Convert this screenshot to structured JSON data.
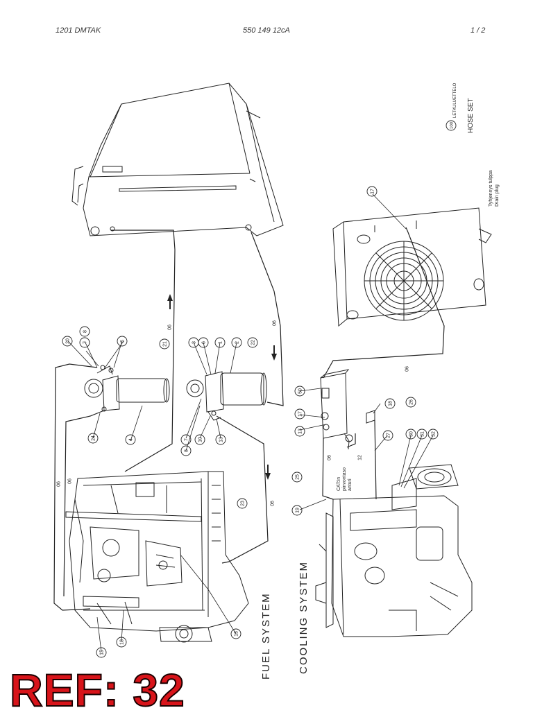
{
  "header": {
    "left": "1201 DMTAK",
    "center": "550 149 12cA",
    "right": "1 /  2"
  },
  "hose_set": {
    "callout": "100",
    "label1": "LETKULUETTELO",
    "label2": "HOSE SET"
  },
  "drain_plug": {
    "label1": "Tyhjennys tulppa",
    "label2": "Drain plug"
  },
  "sections": {
    "fuel": "FUEL   SYSTEM",
    "cooling": "COOLING   SYSTEM"
  },
  "cat_note": {
    "line1": "CAT:in",
    "line2": "pinvontaso",
    "line3": "anturi"
  },
  "sizes": {
    "s06": "06",
    "s12": "12"
  },
  "callouts": {
    "c1": "1",
    "c2": "2",
    "c3": "3",
    "c4": "4",
    "c5": "5",
    "c6": "6",
    "c7a": "7",
    "c7b": "7",
    "c8a": "8",
    "c8b": "8",
    "c10": "10",
    "c13a": "13",
    "c13b": "13",
    "c13c": "13",
    "c15": "15",
    "c17a": "17",
    "c17b": "17",
    "c18a": "18",
    "c18b": "18",
    "c19": "19",
    "c20": "20",
    "c21": "21",
    "c22": "22",
    "c23": "23",
    "c24": "24",
    "c25": "25",
    "c26": "26",
    "c27": "27",
    "c30": "30",
    "c31": "31",
    "c32": "32",
    "c50": "50"
  },
  "ref_stamp": "REF: 32"
}
